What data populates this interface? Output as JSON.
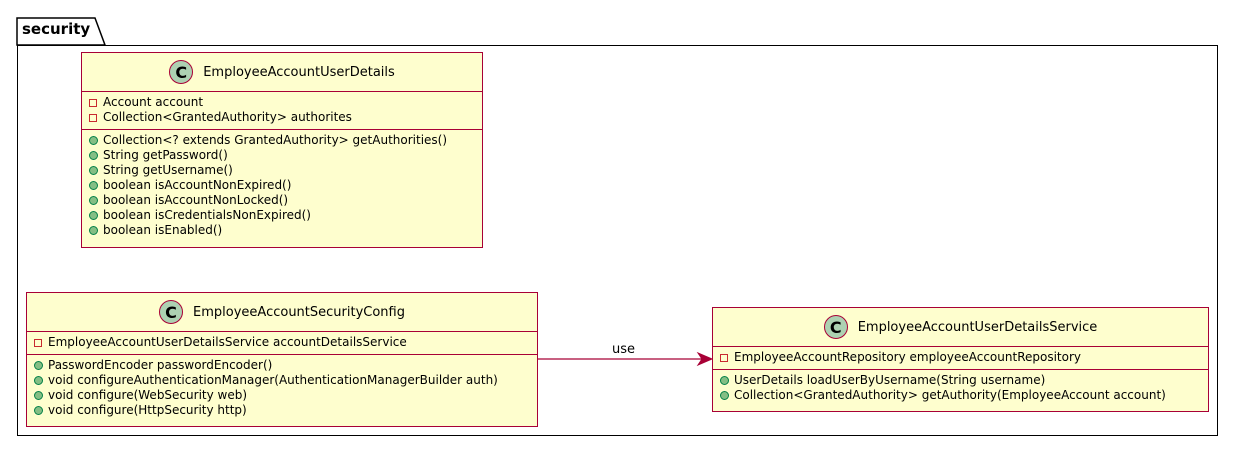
{
  "package": {
    "name": "security"
  },
  "classes": {
    "user_details": {
      "stereotype_icon": "C",
      "name": "EmployeeAccountUserDetails",
      "fields": [
        "Account account",
        "Collection<GrantedAuthority> authorites"
      ],
      "methods": [
        "Collection<? extends GrantedAuthority> getAuthorities()",
        "String getPassword()",
        "String getUsername()",
        "boolean isAccountNonExpired()",
        "boolean isAccountNonLocked()",
        "boolean isCredentialsNonExpired()",
        "boolean isEnabled()"
      ]
    },
    "security_config": {
      "stereotype_icon": "C",
      "name": "EmployeeAccountSecurityConfig",
      "fields": [
        "EmployeeAccountUserDetailsService accountDetailsService"
      ],
      "methods": [
        "PasswordEncoder passwordEncoder()",
        "void configureAuthenticationManager(AuthenticationManagerBuilder auth)",
        "void configure(WebSecurity web)",
        "void configure(HttpSecurity http)"
      ]
    },
    "details_service": {
      "stereotype_icon": "C",
      "name": "EmployeeAccountUserDetailsService",
      "fields": [
        "EmployeeAccountRepository employeeAccountRepository"
      ],
      "methods": [
        "UserDetails loadUserByUsername(String username)",
        "Collection<GrantedAuthority> getAuthority(EmployeeAccount account)"
      ]
    }
  },
  "relations": [
    {
      "from": "EmployeeAccountSecurityConfig",
      "to": "EmployeeAccountUserDetailsService",
      "label": "use"
    }
  ],
  "colors": {
    "class_fill": "#fefece",
    "class_border": "#a80036",
    "icon_fill": "#add1b2",
    "private_marker": "#c82930",
    "public_marker": "#84be84",
    "arrow": "#a80036"
  }
}
